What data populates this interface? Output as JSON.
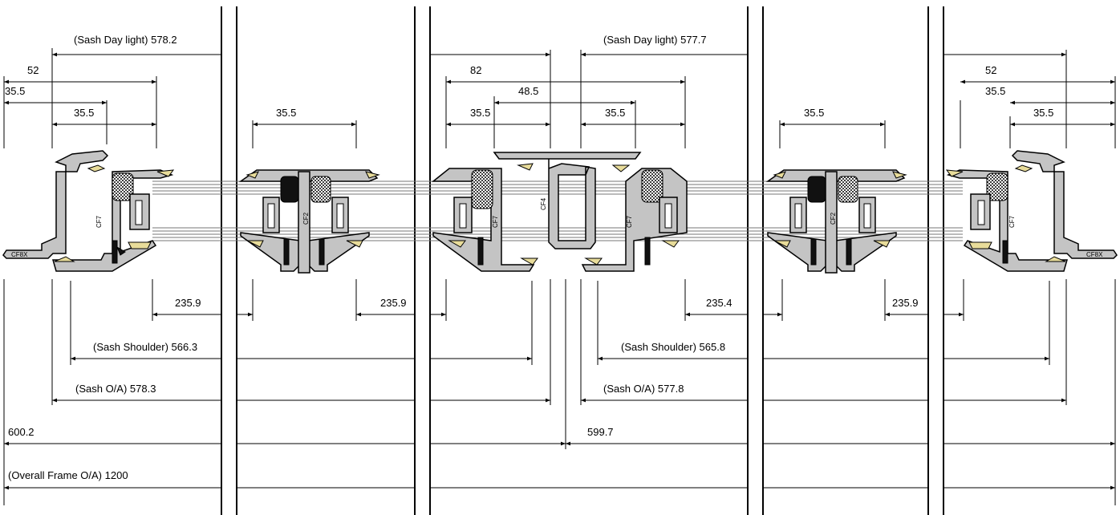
{
  "top": {
    "daylight_left": "(Sash Day light) 578.2",
    "daylight_right": "(Sash Day light) 577.7",
    "d52_left": "52",
    "d355_left_a": "35.5",
    "d355_left_b": "35.5",
    "d355_m1": "35.5",
    "d82": "82",
    "d485": "48.5",
    "d355_c_a": "35.5",
    "d355_c_b": "35.5",
    "d355_m2": "35.5",
    "d52_right": "52",
    "d355_right_a": "35.5",
    "d355_right_b": "35.5"
  },
  "profiles": {
    "cf8x_left": "CF8X",
    "cf7_left": "CF7",
    "cf2_m1": "CF2",
    "cf7_cl": "CF7",
    "cf4": "CF4",
    "cf7_cr": "CF7",
    "cf2_m2": "CF2",
    "cf7_right": "CF7",
    "cf8x_right": "CF8X"
  },
  "bottom": {
    "d2359_a": "235.9",
    "d2359_b": "235.9",
    "d2354": "235.4",
    "d2359_c": "235.9",
    "shoulder_left": "(Sash Shoulder) 566.3",
    "shoulder_right": "(Sash Shoulder) 565.8",
    "oa_left": "(Sash O/A) 578.3",
    "oa_right": "(Sash O/A) 577.8",
    "d6002": "600.2",
    "d5997": "599.7",
    "overall": "(Overall Frame O/A) 1200"
  }
}
